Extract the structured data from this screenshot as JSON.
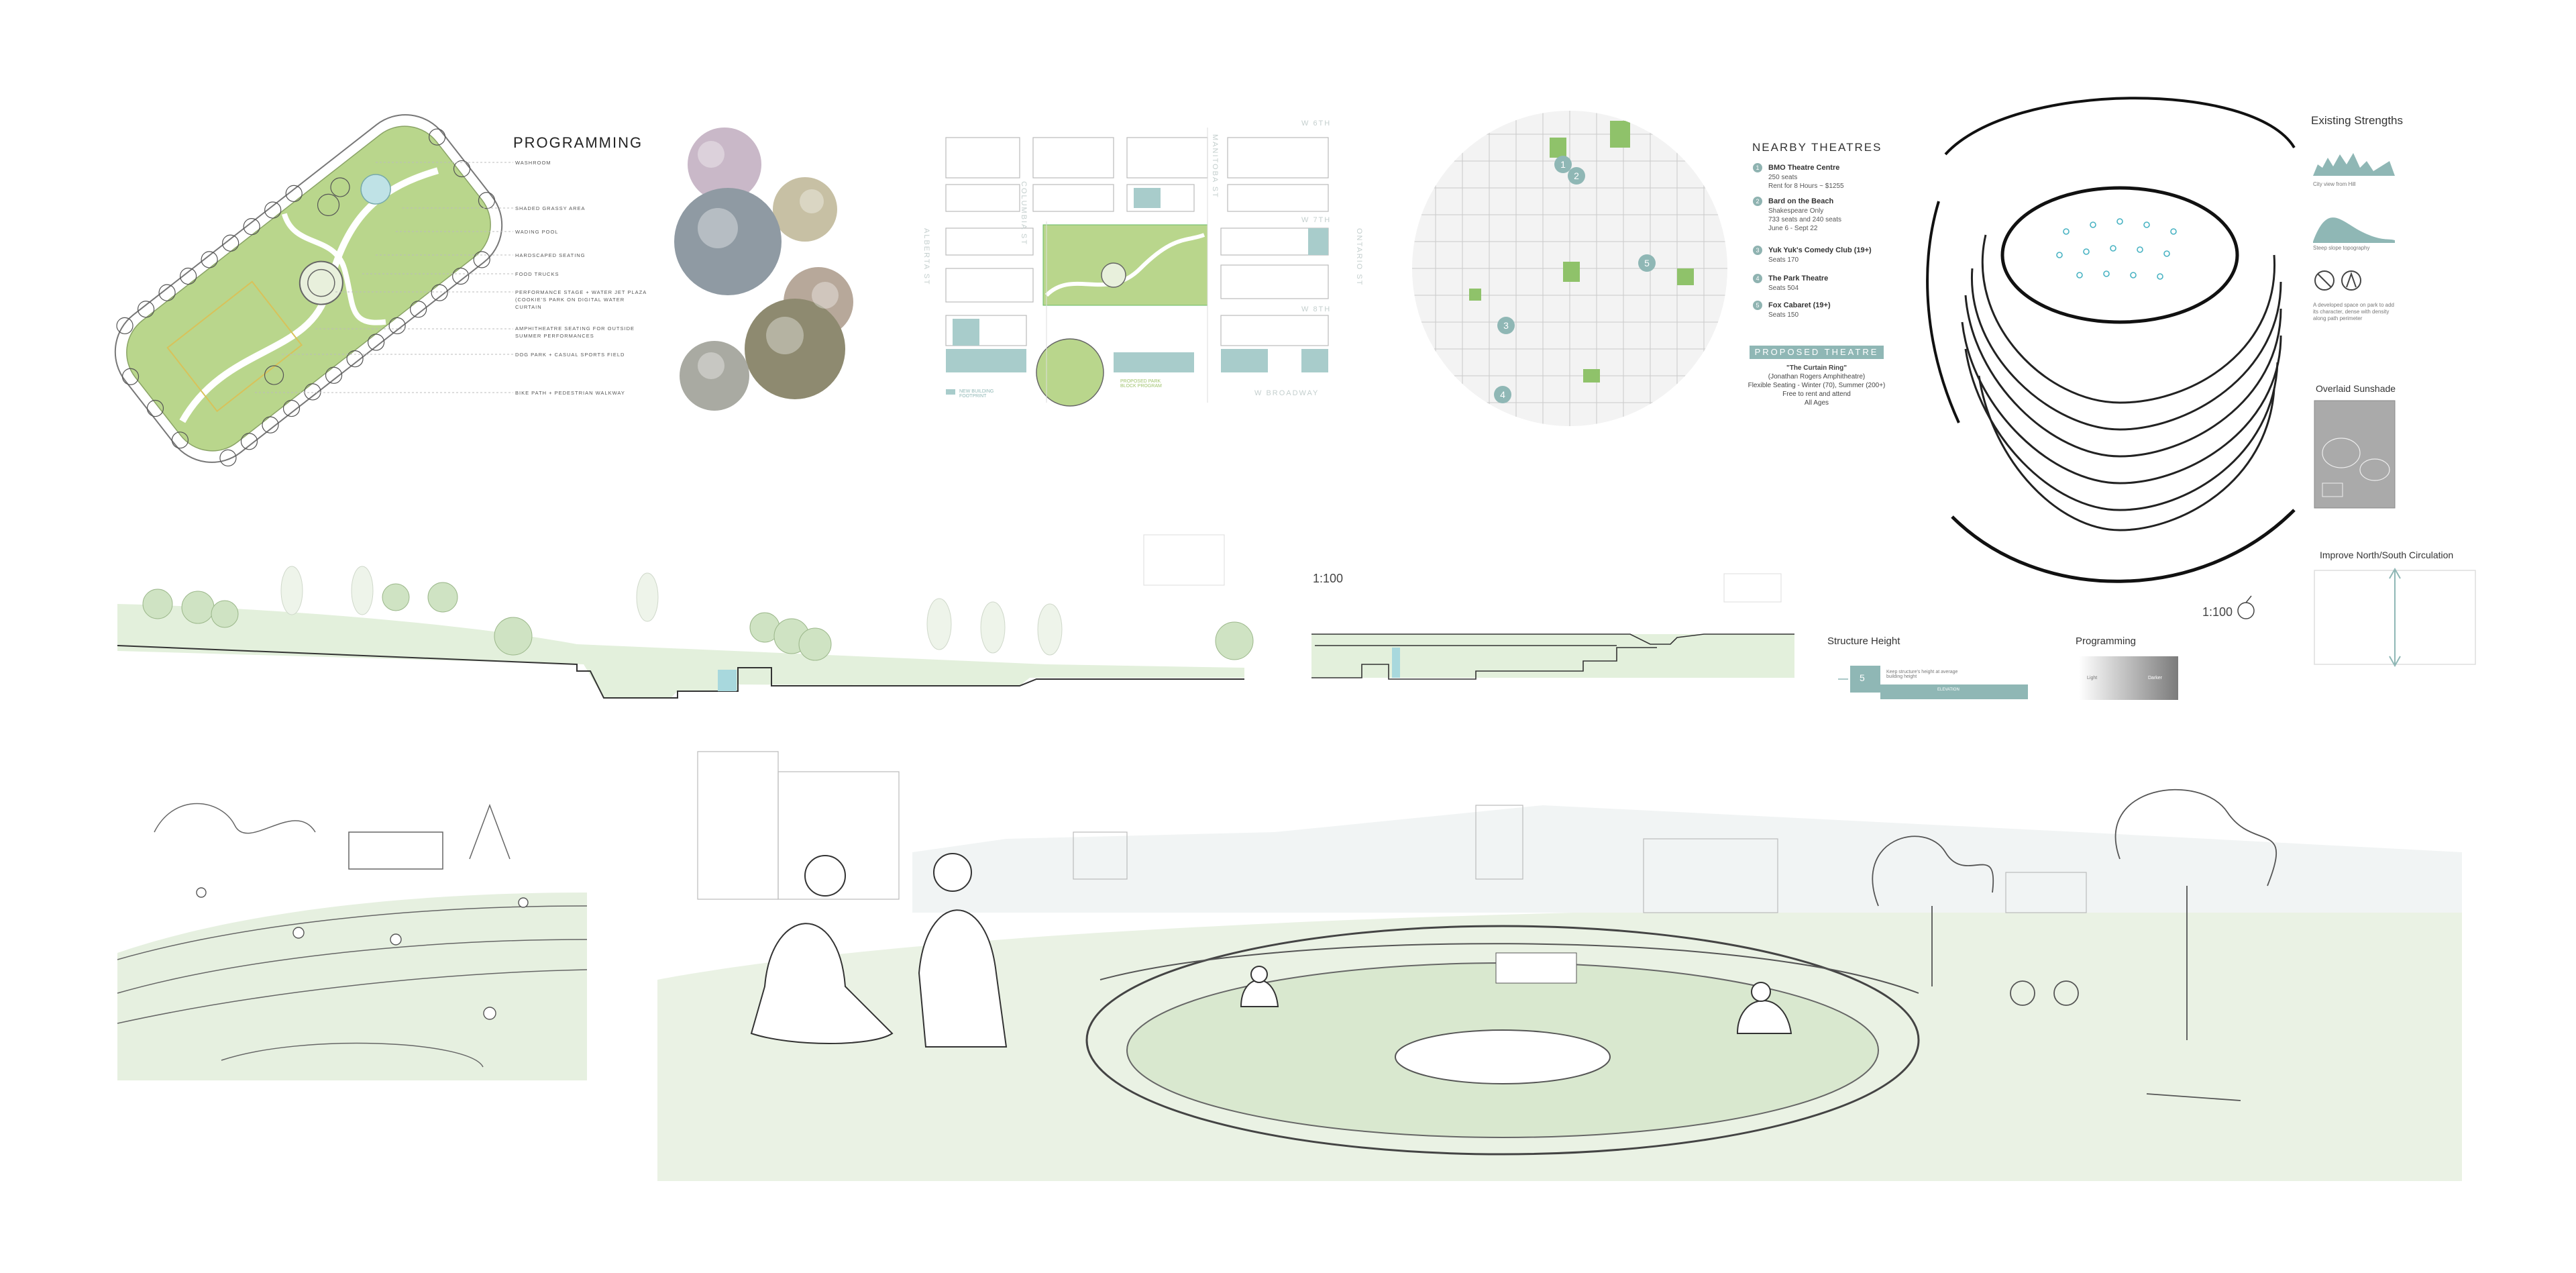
{
  "programming": {
    "title": "PROGRAMMING",
    "items": [
      "WASHROOM",
      "SHADED GRASSY AREA",
      "WADING POOL",
      "HARDSCAPED SEATING",
      "FOOD TRUCKS",
      "PERFORMANCE STAGE + WATER JET PLAZA (COOKIE'S PARK ON DIGITAL WATER CURTAIN",
      "AMPHITHEATRE SEATING FOR OUTSIDE SUMMER PERFORMANCES",
      "DOG PARK + CASUAL SPORTS FIELD",
      "BIKE PATH + PEDESTRIAN WALKWAY"
    ]
  },
  "street_map": {
    "streets": [
      "W 6TH",
      "COLUMBIA ST",
      "MANITOBA ST",
      "W 7TH",
      "ALBERTA ST",
      "ONTARIO ST",
      "W 8TH",
      "W BROADWAY"
    ],
    "legend_left": "NEW BUILDING FOOTPRINT",
    "legend_right": "PROPOSED PARK BLOCK PROGRAM"
  },
  "theatres": {
    "title": "NEARBY THEATRES",
    "list": [
      {
        "num": "1",
        "name": "BMO Theatre Centre",
        "details": [
          "250 seats",
          "Rent for 8 Hours ~ $1255"
        ]
      },
      {
        "num": "2",
        "name": "Bard on the Beach",
        "details": [
          "Shakespeare Only",
          "733 seats and 240 seats",
          "June 6 - Sept 22"
        ]
      },
      {
        "num": "3",
        "name": "Yuk Yuk's Comedy Club (19+)",
        "details": [
          "Seats 170"
        ]
      },
      {
        "num": "4",
        "name": "The Park Theatre",
        "details": [
          "Seats 504"
        ]
      },
      {
        "num": "5",
        "name": "Fox Cabaret (19+)",
        "details": [
          "Seats 150"
        ]
      }
    ],
    "proposed_label": "PROPOSED THEATRE",
    "proposed_name": "\"The Curtain Ring\"",
    "proposed_details": [
      "(Jonathan Rogers Amphitheatre)",
      "Flexible Seating - Winter (70), Summer (200+)",
      "Free to rent and attend",
      "All Ages"
    ]
  },
  "strengths": {
    "title": "Existing Strengths",
    "items": [
      "City view from Hill",
      "Steep slope topography",
      "A developed space on park to add its character, dense with density along path perimeter"
    ],
    "sunshade": "Overlaid Sunshade",
    "circulation": "Improve North/South Circulation"
  },
  "scales": {
    "section": "1:100",
    "plan": "1:100"
  },
  "diagrams": {
    "structure_height": "Structure Height",
    "structure_value": "5",
    "structure_note": "Keep structure's height at average building height",
    "structure_axis": "ELEVATION",
    "programming": "Programming",
    "prog_left": "Light",
    "prog_right": "Darker"
  },
  "colors": {
    "accent_green": "#b6d58a",
    "teal": "#8fb7b5",
    "line": "#555555"
  }
}
